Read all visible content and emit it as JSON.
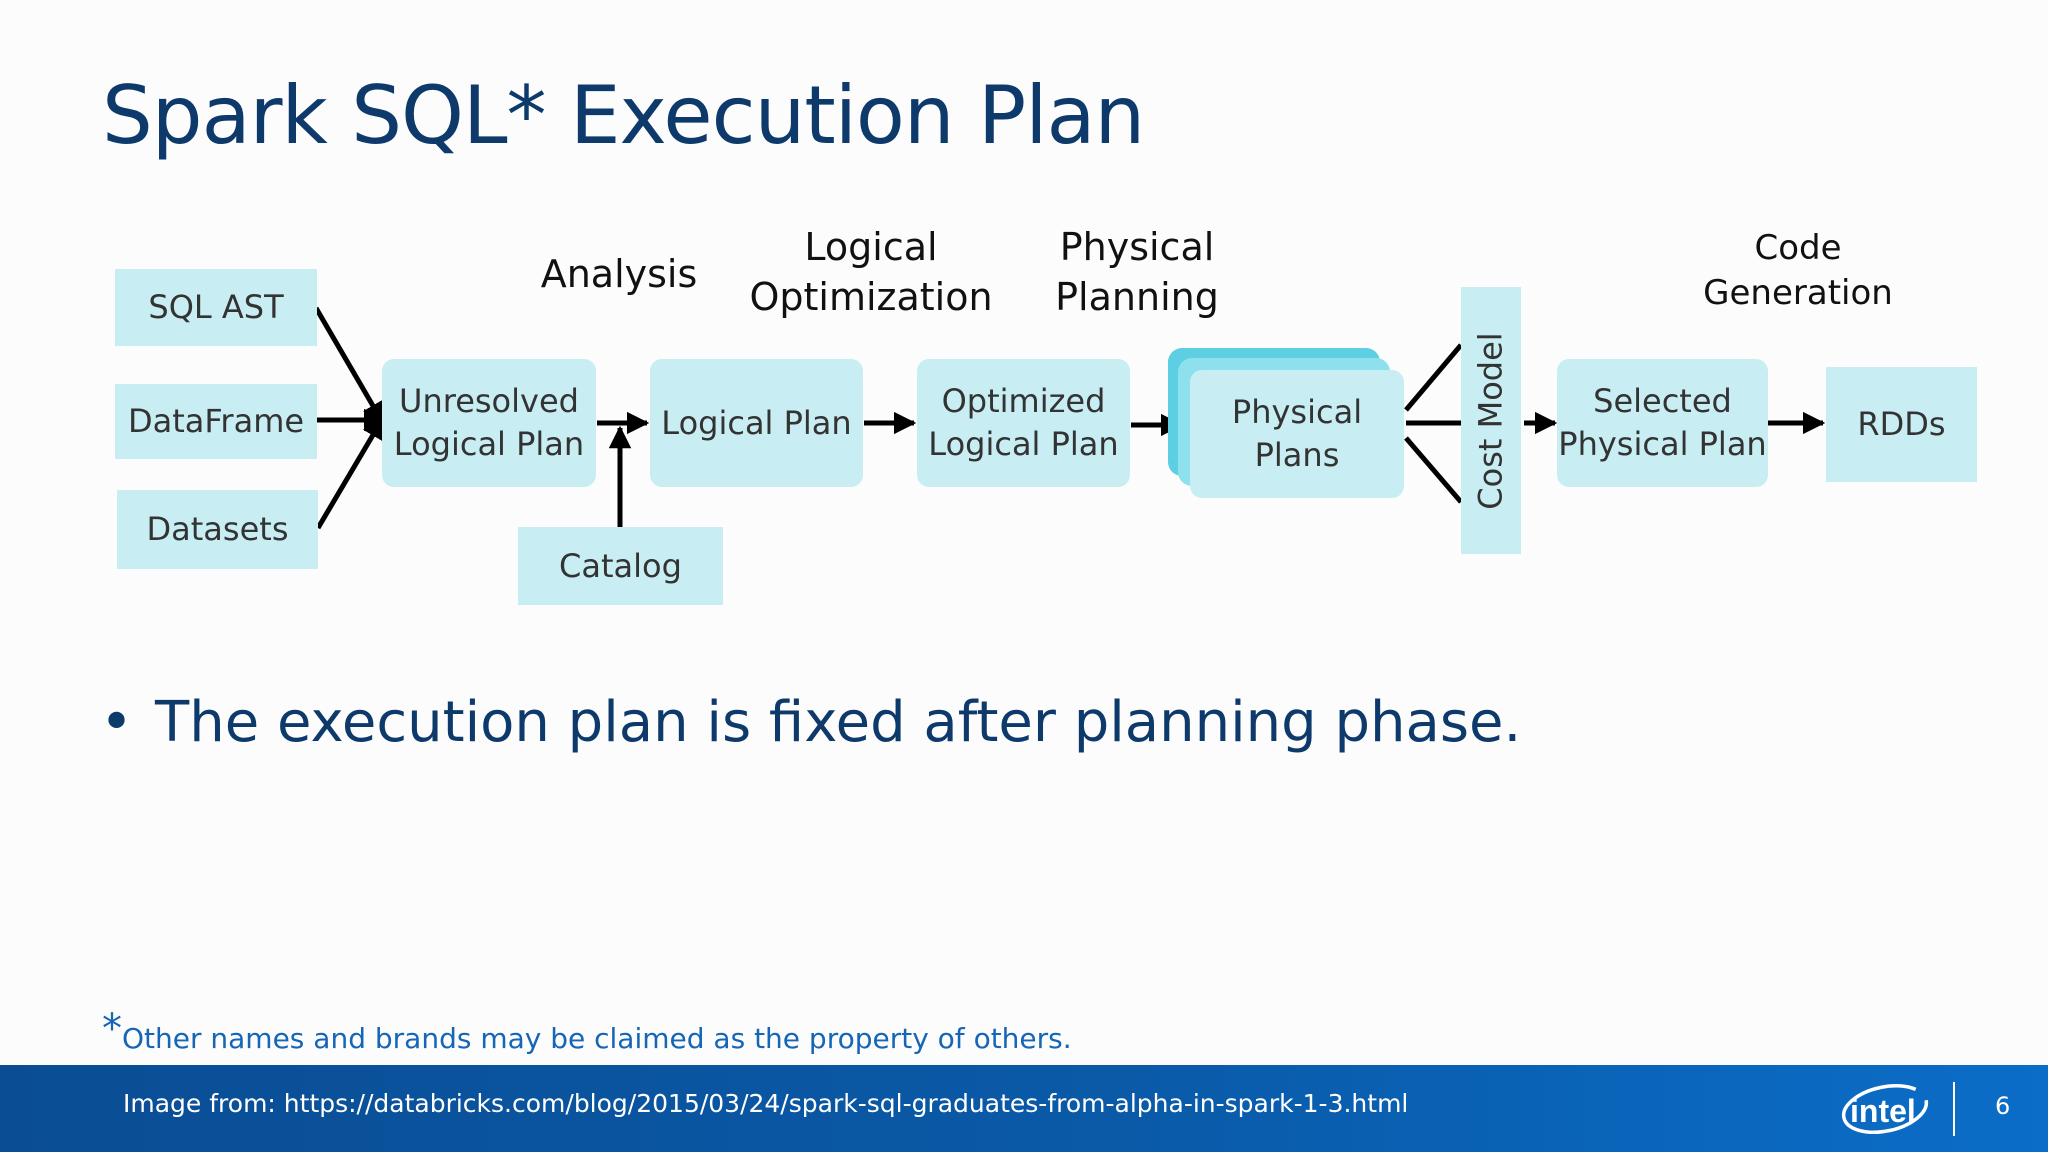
{
  "slide": {
    "title": "Spark SQL* Execution Plan",
    "bullet": "The execution plan is fixed after planning phase.",
    "footnote_mark": "*",
    "footnote": "Other names and brands may be claimed as the property of others.",
    "source": "Image from: https://databricks.com/blog/2015/03/24/spark-sql-graduates-from-alpha-in-spark-1-3.html",
    "logo": "intel",
    "page_number": "6"
  },
  "diagram": {
    "stages": {
      "analysis": "Analysis",
      "logical_optimization": "Logical\nOptimization",
      "physical_planning": "Physical\nPlanning",
      "code_generation": "Code\nGeneration"
    },
    "inputs": {
      "sql_ast": "SQL AST",
      "dataframe": "DataFrame",
      "datasets": "Datasets"
    },
    "nodes": {
      "unresolved_logical_plan": "Unresolved\nLogical Plan",
      "logical_plan": "Logical Plan",
      "optimized_logical_plan": "Optimized\nLogical Plan",
      "physical_plans": "Physical\nPlans",
      "cost_model": "Cost Model",
      "selected_physical_plan": "Selected\nPhysical Plan",
      "rdds": "RDDs",
      "catalog": "Catalog"
    },
    "colors": {
      "box_fill": "#c8eef4",
      "stack_back": "#5dcfe2",
      "stack_mid": "#8ee0ec",
      "arrow": "#000000"
    }
  },
  "colors": {
    "title": "#0e3a6b",
    "footnote": "#1566b7",
    "footer": "#0b5aa8"
  }
}
